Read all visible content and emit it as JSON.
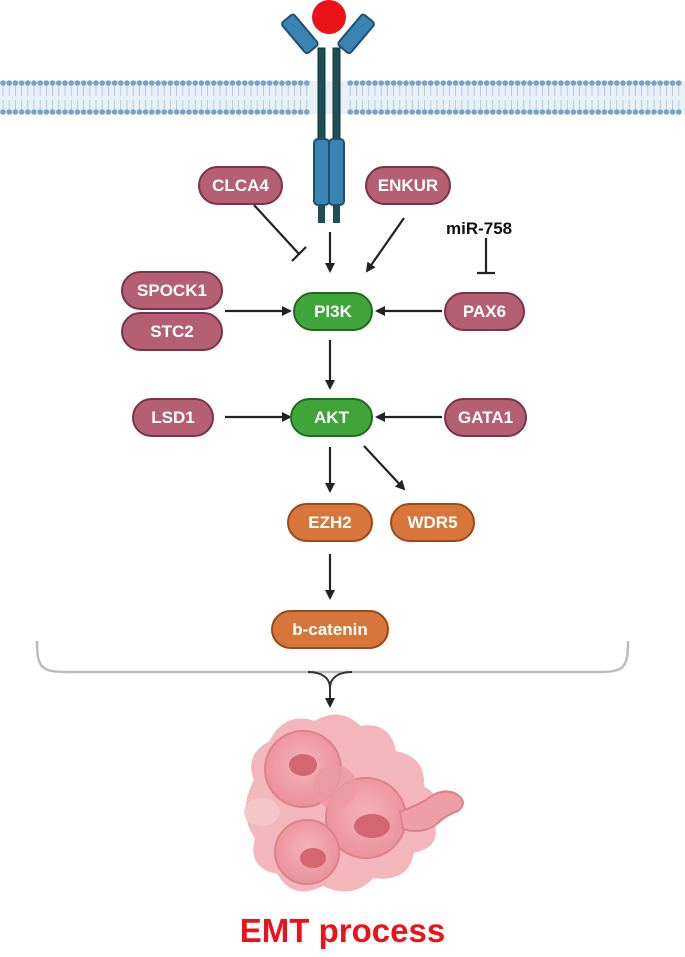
{
  "colors": {
    "regulator": "#b55f74",
    "core_kinase": "#3fa53b",
    "downstream": "#d7763a",
    "title": "#e8141a",
    "membrane": "#7aa2c8",
    "receptor": "#3a84b4",
    "ligand": "#e8141a"
  },
  "nodes": {
    "clca4": "CLCA4",
    "enkur": "ENKUR",
    "mir758": "miR-758",
    "spock1": "SPOCK1",
    "stc2": "STC2",
    "pi3k": "PI3K",
    "pax6": "PAX6",
    "lsd1": "LSD1",
    "akt": "AKT",
    "gata1": "GATA1",
    "ezh2": "EZH2",
    "wdr5": "WDR5",
    "bcatenin": "b-catenin"
  },
  "outcome": {
    "label": "EMT process",
    "icon": "tumor-cell-cluster-icon"
  }
}
